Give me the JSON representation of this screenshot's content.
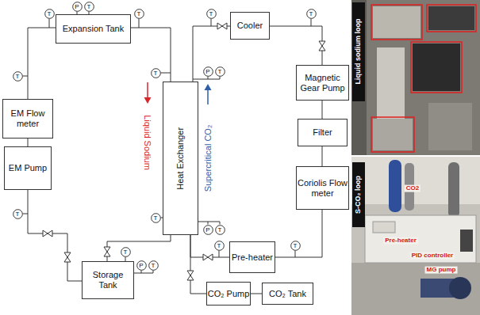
{
  "diagram": {
    "nodes": [
      {
        "text": [
          "Expansion Tank"
        ]
      },
      {
        "text": [
          "EM Flow meter"
        ]
      },
      {
        "text": [
          "EM Pump"
        ]
      },
      {
        "text": [
          "Storage Tank"
        ]
      },
      {
        "text": [
          "Heat Exchanger"
        ]
      },
      {
        "text": [
          "Cooler"
        ]
      },
      {
        "text": [
          "Magnetic Gear Pump"
        ]
      },
      {
        "text": [
          "Filter"
        ]
      },
      {
        "text": [
          "Coriolis Flow meter"
        ]
      },
      {
        "text": [
          "Pre-heater"
        ]
      },
      {
        "text": [
          "CO₂ Pump"
        ]
      },
      {
        "text": [
          "CO₂ Tank"
        ]
      },
      {
        "text": [
          "P"
        ]
      },
      {
        "text": [
          "T"
        ]
      },
      {
        "text": [
          "T"
        ]
      },
      {
        "text": [
          "T"
        ]
      },
      {
        "text": [
          "T"
        ]
      },
      {
        "text": [
          "T"
        ]
      },
      {
        "text": [
          "T"
        ]
      },
      {
        "text": [
          "T"
        ]
      },
      {
        "text": [
          "P"
        ]
      },
      {
        "text": [
          "T"
        ]
      },
      {
        "text": [
          "T"
        ]
      },
      {
        "text": [
          "T"
        ]
      },
      {
        "text": [
          "P"
        ]
      },
      {
        "text": [
          "T"
        ]
      },
      {
        "text": [
          "T"
        ]
      },
      {
        "text": [
          "T"
        ]
      },
      {
        "text": [
          "T"
        ]
      },
      {
        "text": [
          "P"
        ]
      },
      {
        "text": [
          "T"
        ]
      }
    ],
    "edges": [
      {
        "from": 0,
        "to": 1,
        "arrow": "none"
      },
      {
        "from": 1,
        "to": 2,
        "arrow": "none"
      },
      {
        "from": 2,
        "to": 3,
        "arrow": "none"
      },
      {
        "from": 3,
        "to": 4,
        "arrow": "none"
      },
      {
        "from": 0,
        "to": 4,
        "arrow": "none"
      },
      {
        "from": 4,
        "to": 5,
        "arrow": "none"
      },
      {
        "from": 5,
        "to": 6,
        "arrow": "none"
      },
      {
        "from": 6,
        "to": 7,
        "arrow": "none"
      },
      {
        "from": 7,
        "to": 8,
        "arrow": "none"
      },
      {
        "from": 8,
        "to": 9,
        "arrow": "none"
      },
      {
        "from": 9,
        "to": 4,
        "arrow": "none"
      },
      {
        "from": 10,
        "to": 4,
        "arrow": "none"
      },
      {
        "from": 11,
        "to": 10,
        "arrow": "none"
      }
    ],
    "labels": [
      "Liquid Sodium",
      "Supercritical CO₂",
      "Liquid sodium loop",
      "S-CO₂ loop",
      "CO2",
      "Pre-heater",
      "PID controller",
      "MG pump"
    ]
  }
}
